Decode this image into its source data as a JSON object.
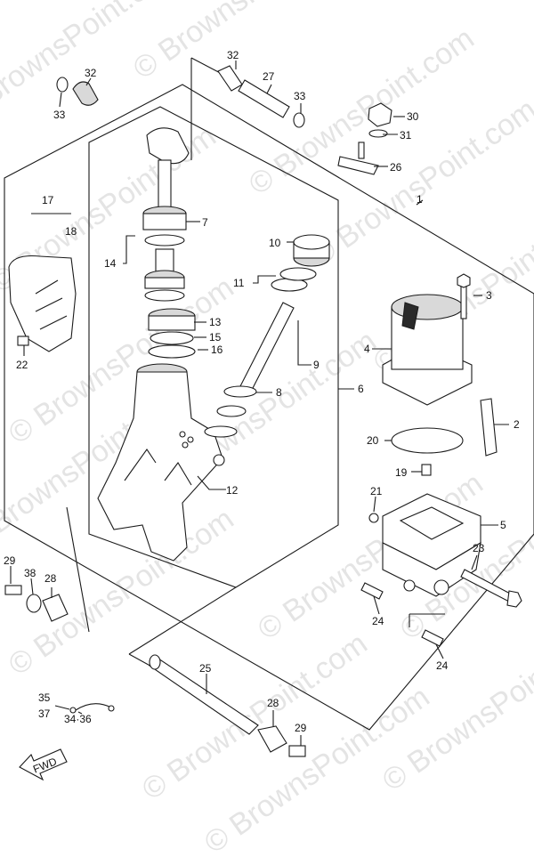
{
  "watermark": "© BrownsPoint.com",
  "fwd_label": "FWD",
  "labels": {
    "p1": "1",
    "p2": "2",
    "p3": "3",
    "p4": "4",
    "p5": "5",
    "p6": "6",
    "p7": "7",
    "p8": "8",
    "p9": "9",
    "p10": "10",
    "p11": "11",
    "p12": "12",
    "p13": "13",
    "p14": "14",
    "p15": "15",
    "p16": "16",
    "p17": "17",
    "p18": "18",
    "p19": "19",
    "p20": "20",
    "p21": "21",
    "p22": "22",
    "p23": "23",
    "p24a": "24",
    "p24b": "24",
    "p25": "25",
    "p26": "26",
    "p27": "27",
    "p28a": "28",
    "p28b": "28",
    "p29a": "29",
    "p29b": "29",
    "p30": "30",
    "p31": "31",
    "p32": "32",
    "p33a": "33",
    "p33b": "33",
    "p34_36": "34·36",
    "p35": "35",
    "p37": "37",
    "p38": "38"
  },
  "colors": {
    "line": "#1a1a1a",
    "watermark": "#cfcfcf",
    "background": "#ffffff"
  }
}
